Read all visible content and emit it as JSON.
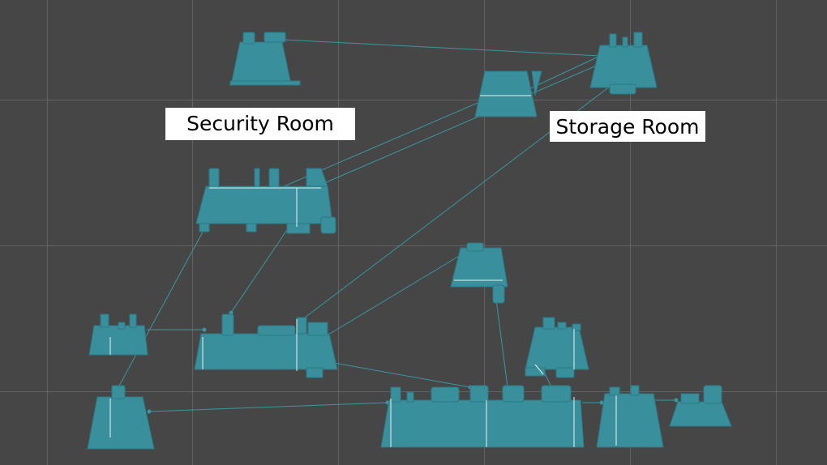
{
  "labels": {
    "security_room": "Security Room",
    "storage_room": "Storage Room"
  },
  "colors": {
    "background": "#464646",
    "grid_line": "#626262",
    "room_fill": "#3a8f9c",
    "room_edge": "#2c7a86",
    "room_highlight": "#e8f4f4",
    "connection_line": "#3b95a2",
    "label_background": "#ffffff",
    "label_text": "#000000"
  },
  "rooms": [
    {
      "id": "room-top-left"
    },
    {
      "id": "room-top-center"
    },
    {
      "id": "room-top-right"
    },
    {
      "id": "room-security"
    },
    {
      "id": "room-middle-small"
    },
    {
      "id": "room-left-small"
    },
    {
      "id": "room-hub"
    },
    {
      "id": "room-right-tower"
    },
    {
      "id": "room-bottom-left"
    },
    {
      "id": "room-bottom-hall"
    },
    {
      "id": "room-bottom-right-a"
    },
    {
      "id": "room-bottom-right-b"
    }
  ]
}
